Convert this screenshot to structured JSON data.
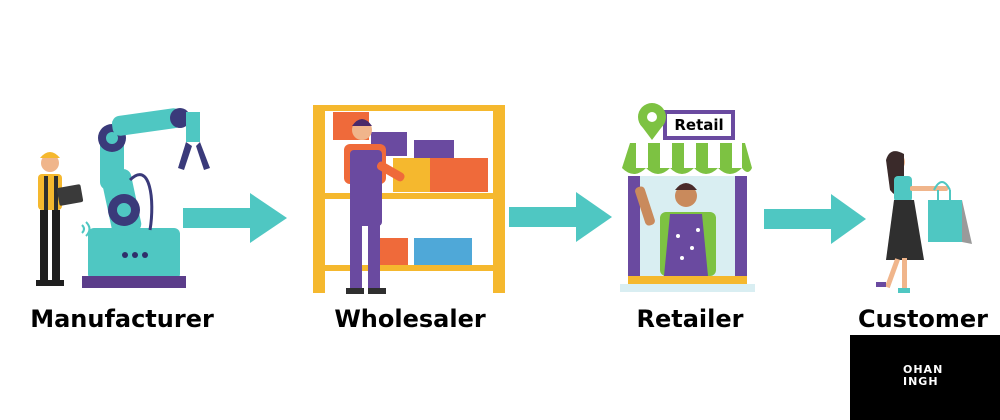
{
  "stages": [
    {
      "label": "Manufacturer",
      "icon": "manufacturer-robot-arm-icon"
    },
    {
      "label": "Wholesaler",
      "icon": "wholesaler-warehouse-icon"
    },
    {
      "label": "Retailer",
      "icon": "retailer-shop-icon"
    },
    {
      "label": "Customer",
      "icon": "customer-shopper-icon"
    }
  ],
  "retail_sign": "Retail",
  "watermark": {
    "line1": "OHAN",
    "line2": "INGH"
  },
  "colors": {
    "arrow": "#4fc7c2",
    "teal": "#4fc7c2",
    "purple": "#6a4aa0",
    "orange": "#ef6a3a",
    "yellow": "#f5b82e",
    "background": "#ffffff"
  }
}
